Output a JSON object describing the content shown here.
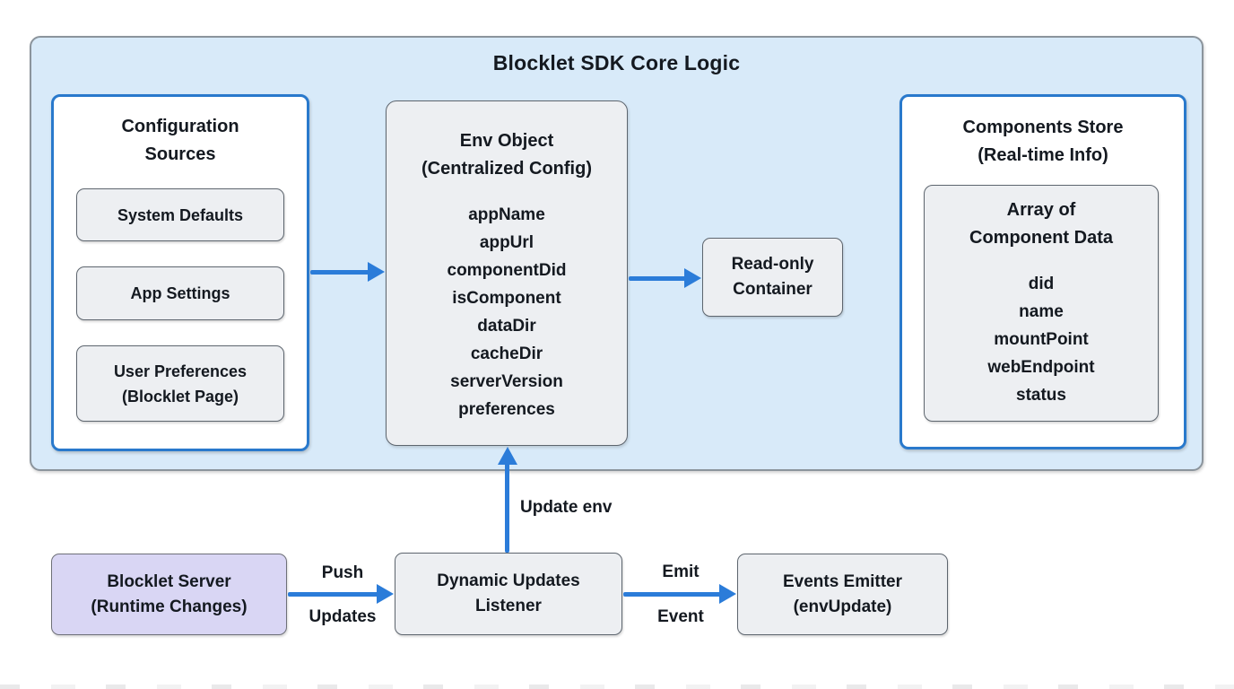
{
  "colors": {
    "container_bg": "#d8eaf9",
    "container_border": "#8b949c",
    "blue_border": "#2979cc",
    "arrow": "#2b7cd9",
    "gray_box_bg": "#edeff2",
    "gray_box_border": "#5d656e",
    "server_bg": "#d9d6f4",
    "server_border": "#6e7078",
    "text": "#141920"
  },
  "title": "Blocklet SDK Core Logic",
  "config_sources": {
    "title": "Configuration\nSources",
    "items": [
      "System Defaults",
      "App Settings",
      "User Preferences\n(Blocklet Page)"
    ]
  },
  "env_object": {
    "title": "Env Object\n(Centralized Config)",
    "fields": [
      "appName",
      "appUrl",
      "componentDid",
      "isComponent",
      "dataDir",
      "cacheDir",
      "serverVersion",
      "preferences"
    ]
  },
  "read_only_container": {
    "label": "Read-only\nContainer"
  },
  "components_store": {
    "title": "Components Store\n(Real-time Info)",
    "inner_title": "Array of\nComponent Data",
    "fields": [
      "did",
      "name",
      "mountPoint",
      "webEndpoint",
      "status"
    ]
  },
  "bottom_row": {
    "blocklet_server": "Blocklet Server\n(Runtime Changes)",
    "dynamic_listener": "Dynamic Updates\nListener",
    "events_emitter": "Events Emitter\n(envUpdate)"
  },
  "arrow_labels": {
    "push": "Push",
    "updates": "Updates",
    "emit": "Emit",
    "event": "Event",
    "update_env": "Update env"
  }
}
